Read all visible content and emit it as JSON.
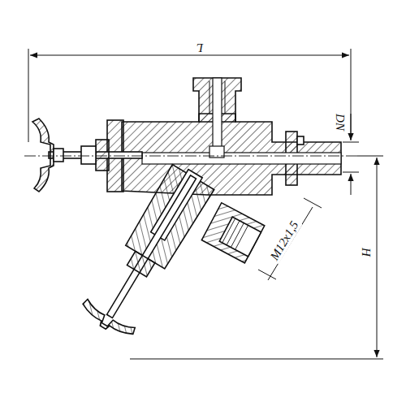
{
  "diagram": {
    "labels": [
      "L",
      "DN",
      "H",
      "M12x1,5"
    ]
  }
}
